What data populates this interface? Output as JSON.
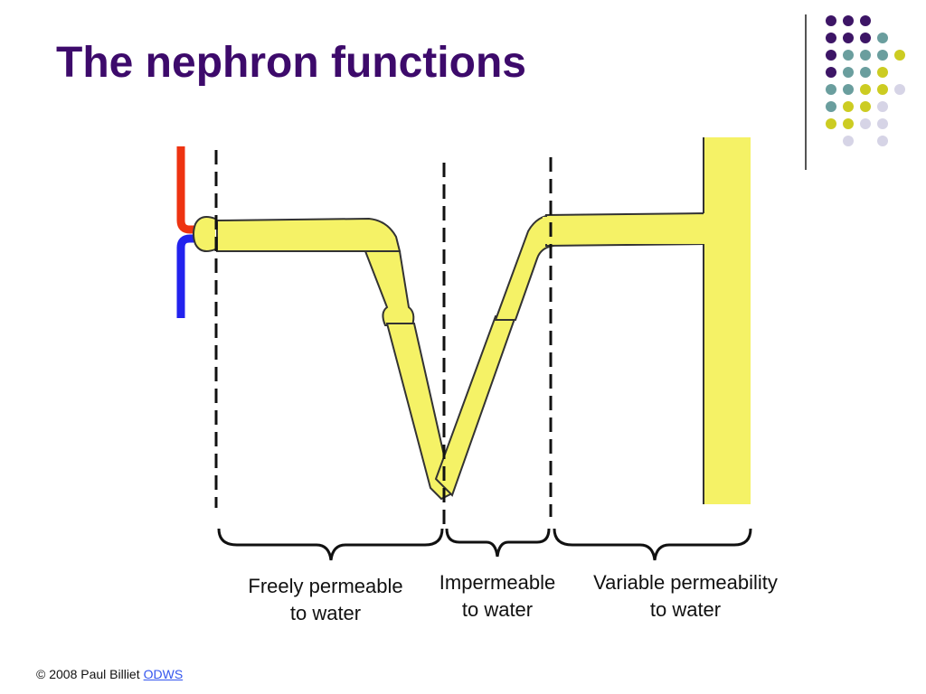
{
  "slide": {
    "title": "The nephron functions"
  },
  "labels": {
    "freely_line1": "Freely permeable",
    "freely_line2": "to water",
    "imperm_line1": "Impermeable",
    "imperm_line2": "to water",
    "variable_line1": "Variable permeability",
    "variable_line2": "to water"
  },
  "footer": {
    "copyright": "© 2008 Paul Billiet",
    "link_text": "ODWS"
  },
  "colors": {
    "title": "#3d0a6b",
    "tubule": "#f5f266",
    "artery": "#ee3311",
    "vein": "#2222ee",
    "dot_purple": "#3d1566",
    "dot_teal": "#6a9e9e",
    "dot_yellow": "#cccc22",
    "dot_lavender": "#d6d4e6"
  },
  "icons": {
    "decoration": "dot-grid-icon",
    "brace": "curly-brace-icon"
  }
}
